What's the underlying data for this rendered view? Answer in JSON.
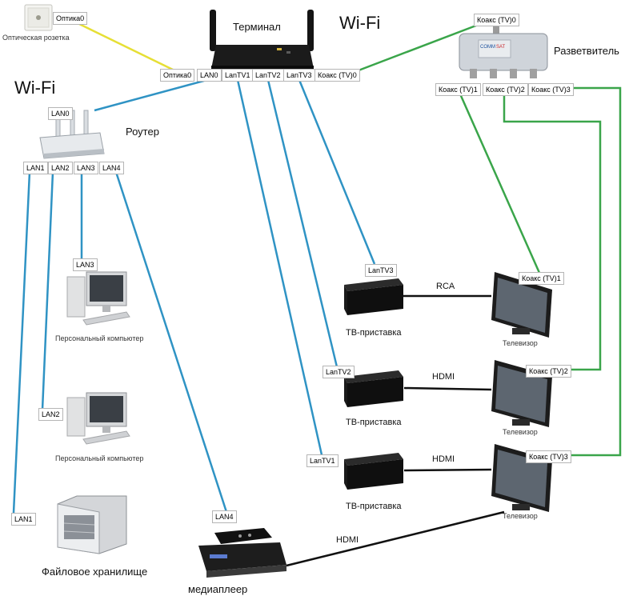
{
  "devices": {
    "optical_socket": "Оптическая розетка",
    "terminal": "Терминал",
    "wifi_top": "Wi-Fi",
    "wifi_left": "Wi-Fi",
    "splitter": "Разветвитель",
    "router": "Роутер",
    "pc1": "Персональный компьютер",
    "pc2": "Персональный компьютер",
    "nas": "Файловое хранилище",
    "mediaplayer": "медиаплеер",
    "stb1": "ТВ-приставка",
    "stb2": "ТВ-приставка",
    "stb3": "ТВ-приставка",
    "tv1": "Телевизор",
    "tv2": "Телевизор",
    "tv3": "Телевизор"
  },
  "ports": {
    "optika0_socket": "Оптика0",
    "optika0": "Оптика0",
    "lan0": "LAN0",
    "lantv1": "LanTV1",
    "lantv2": "LanTV2",
    "lantv3": "LanTV3",
    "coax_tv0_terminal": "Коакс (TV)0",
    "coax_tv0_splitter": "Коакс (TV)0",
    "coax_tv1": "Коакс (TV)1",
    "coax_tv2": "Коакс (TV)2",
    "coax_tv3": "Коакс (TV)3",
    "router_lan0": "LAN0",
    "router_lan1": "LAN1",
    "router_lan2": "LAN2",
    "router_lan3": "LAN3",
    "router_lan4": "LAN4",
    "pc1_lan3": "LAN3",
    "pc2_lan2": "LAN2",
    "nas_lan1": "LAN1",
    "mp_lan4": "LAN4",
    "stb1_lantv3": "LanTV3",
    "stb2_lantv2": "LanTV2",
    "stb3_lantv1": "LanTV1",
    "tv1_coax": "Коакс (TV)1",
    "tv2_coax": "Коакс (TV)2",
    "tv3_coax": "Коакс (TV)3"
  },
  "links": {
    "rca": "RCA",
    "hdmi1": "HDMI",
    "hdmi2": "HDMI",
    "hdmi_mp": "HDMI"
  },
  "colors": {
    "ethernet": "#2f93c4",
    "coax": "#3aa54a",
    "optical": "#e6df35",
    "av": "#111111"
  }
}
